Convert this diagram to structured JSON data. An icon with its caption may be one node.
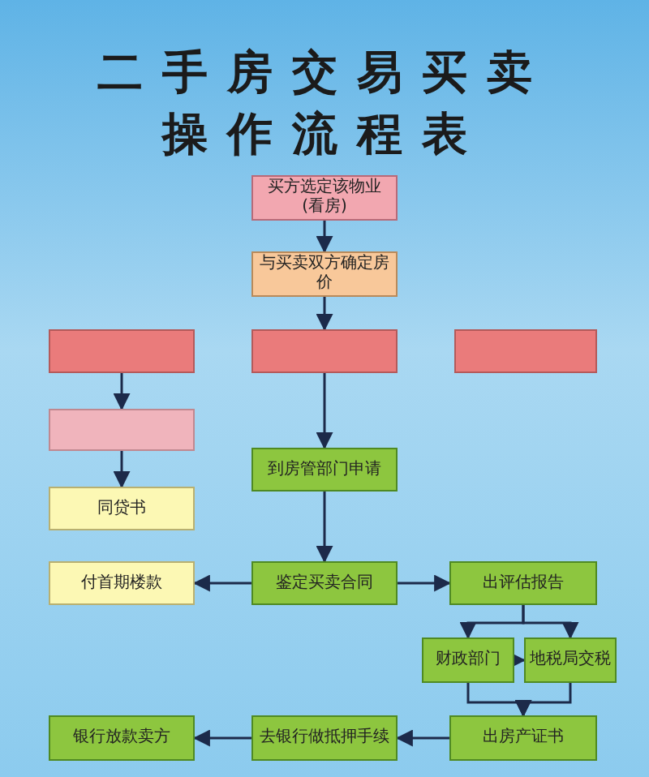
{
  "diagram": {
    "title": "二手房交易买卖操作流程表",
    "nodes": [
      {
        "text": [
          "买方选定该物业 (看房)"
        ]
      },
      {
        "text": [
          "与买卖双方确定房价"
        ]
      },
      {
        "text": [],
        "shape": "box"
      },
      {
        "text": [],
        "shape": "box"
      },
      {
        "text": [],
        "shape": "box"
      },
      {
        "text": [],
        "shape": "box"
      },
      {
        "text": [
          "到房管部门申请"
        ]
      },
      {
        "text": [
          "同贷书"
        ]
      },
      {
        "text": [
          "付首期楼款"
        ]
      },
      {
        "text": [
          "鉴定买卖合同"
        ]
      },
      {
        "text": [
          "出评估报告"
        ]
      },
      {
        "text": [
          "财政部门"
        ]
      },
      {
        "text": [
          "地税局交税"
        ]
      },
      {
        "text": [
          "出房产证书"
        ]
      },
      {
        "text": [
          "去银行做抵押手续"
        ]
      },
      {
        "text": [
          "银行放款卖方"
        ]
      }
    ],
    "edges": [
      {
        "from": 0,
        "to": 1,
        "arrow": "to"
      },
      {
        "from": 1,
        "to": 3,
        "arrow": "to"
      },
      {
        "from": 3,
        "to": 6,
        "arrow": "to"
      },
      {
        "from": 2,
        "to": 5,
        "arrow": "to"
      },
      {
        "from": 5,
        "to": 7,
        "arrow": "to"
      },
      {
        "from": 6,
        "to": 9,
        "arrow": "to"
      },
      {
        "from": 9,
        "to": 8,
        "arrow": "to"
      },
      {
        "from": 9,
        "to": 10,
        "arrow": "to"
      },
      {
        "from": 10,
        "to": 11,
        "arrow": "to"
      },
      {
        "from": 10,
        "to": 12,
        "arrow": "to"
      },
      {
        "from": 11,
        "to": 12,
        "arrow": "to"
      },
      {
        "from": 11,
        "to": 13,
        "arrow": "to"
      },
      {
        "from": 12,
        "to": 13,
        "arrow": "to"
      },
      {
        "from": 13,
        "to": 14,
        "arrow": "to"
      },
      {
        "from": 14,
        "to": 15,
        "arrow": "to"
      }
    ]
  }
}
